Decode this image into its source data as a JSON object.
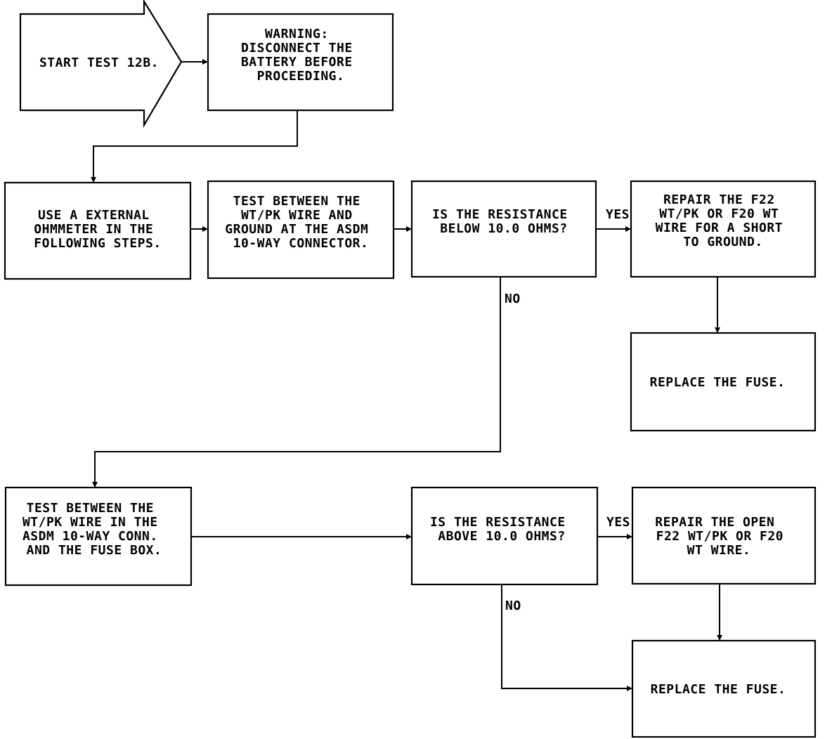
{
  "start": {
    "lines": [
      "START TEST 12B."
    ]
  },
  "warning": {
    "lines": [
      "WARNING:",
      "DISCONNECT THE",
      "BATTERY BEFORE",
      "PROCEEDING."
    ]
  },
  "use_ohmmeter": {
    "lines": [
      "USE A EXTERNAL",
      "OHMMETER IN THE",
      "FOLLOWING STEPS."
    ]
  },
  "test_ground": {
    "lines": [
      "TEST BETWEEN THE",
      "WT/PK WIRE AND",
      "GROUND AT THE ASDM",
      "10-WAY CONNECTOR."
    ]
  },
  "question_below": {
    "lines": [
      "IS THE RESISTANCE",
      "BELOW 10.0 OHMS?"
    ]
  },
  "repair_short": {
    "lines": [
      "REPAIR THE F22",
      "WT/PK OR F20 WT",
      "WIRE FOR A SHORT",
      "TO GROUND."
    ]
  },
  "replace_fuse_1": {
    "lines": [
      "REPLACE THE FUSE."
    ]
  },
  "test_fusebox": {
    "lines": [
      "TEST BETWEEN THE",
      "WT/PK WIRE IN THE",
      "ASDM 10-WAY CONN.",
      "AND THE FUSE BOX."
    ]
  },
  "question_above": {
    "lines": [
      "IS THE RESISTANCE",
      "ABOVE 10.0 OHMS?"
    ]
  },
  "repair_open": {
    "lines": [
      "REPAIR THE OPEN",
      "F22 WT/PK OR F20",
      "WT WIRE."
    ]
  },
  "replace_fuse_2": {
    "lines": [
      "REPLACE THE FUSE."
    ]
  },
  "labels": {
    "yes_1": "YES",
    "no_1": "NO",
    "yes_2": "YES",
    "no_2": "NO"
  }
}
